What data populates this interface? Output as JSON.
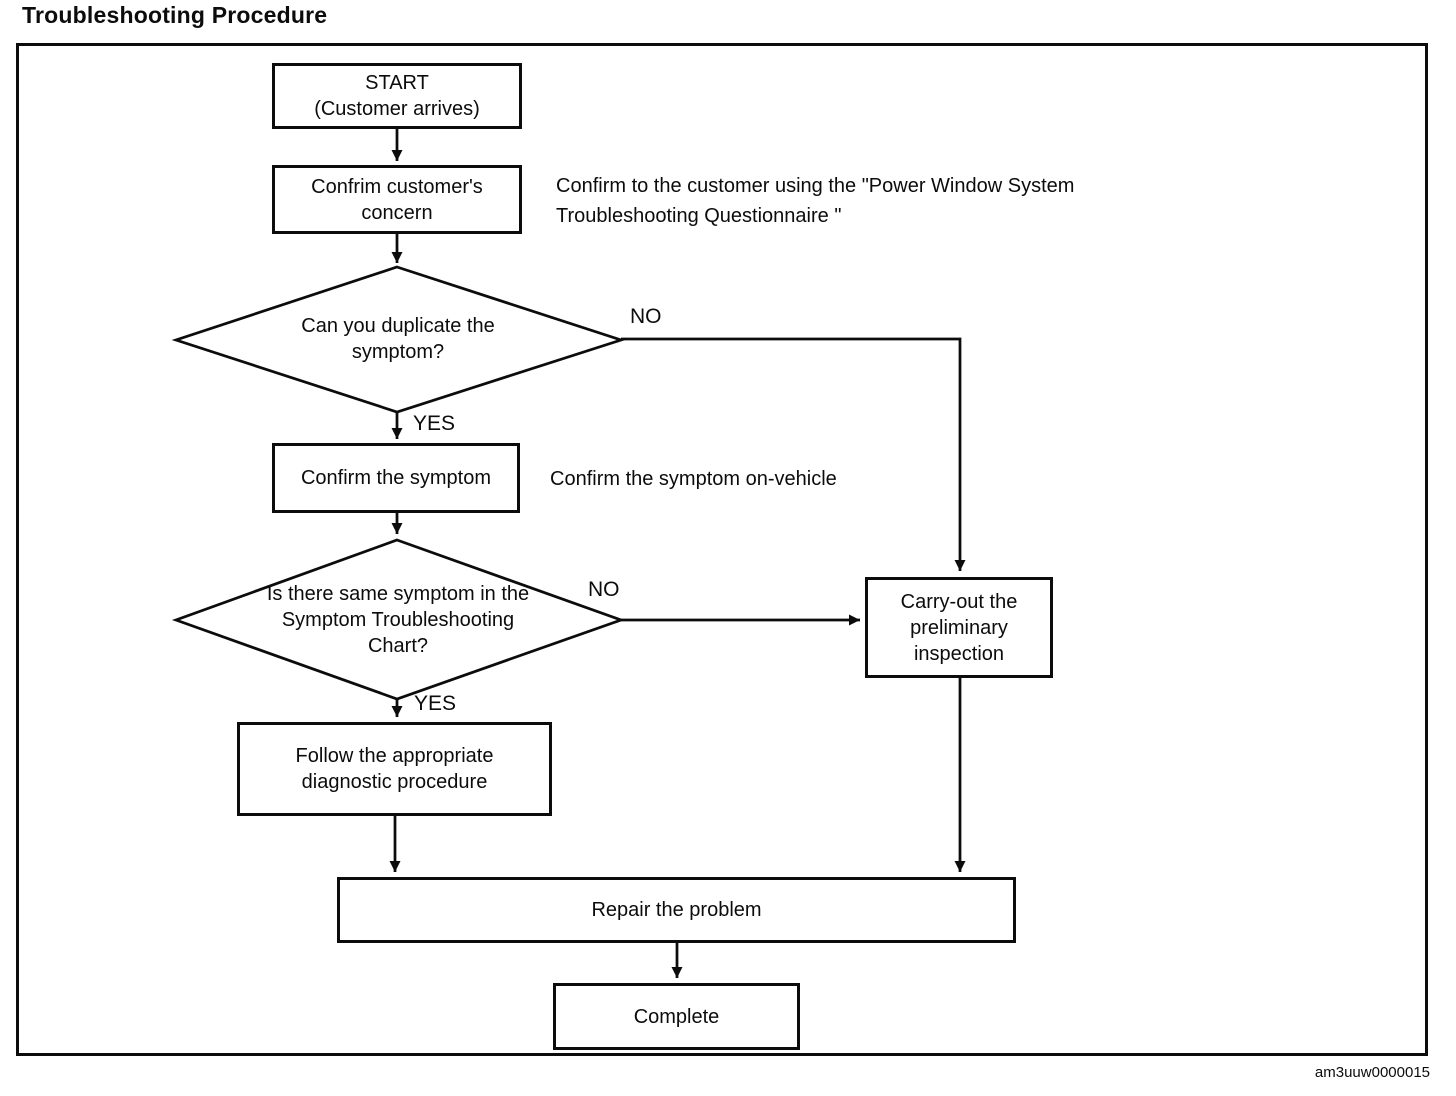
{
  "page": {
    "title": "Troubleshooting Procedure",
    "watermark": "am3uuw0000015",
    "ink_color": "#0c0c0c",
    "paper_color": "#ffffff"
  },
  "flowchart": {
    "nodes": {
      "start": {
        "title": "START",
        "subtitle": "(Customer arrives)"
      },
      "confirm_concern": {
        "label": "Confrim customer's concern"
      },
      "decision_duplicate": {
        "label": "Can you duplicate the symptom?"
      },
      "confirm_symptom": {
        "label": "Confirm the symptom"
      },
      "decision_chart": {
        "label": "Is there same symptom in the Symptom Troubleshooting Chart?"
      },
      "preliminary_inspection": {
        "label": "Carry-out the preliminary inspection"
      },
      "diagnostic_procedure": {
        "label": "Follow the appropriate diagnostic procedure"
      },
      "repair": {
        "label": "Repair the problem"
      },
      "complete": {
        "label": "Complete"
      }
    },
    "branch_labels": {
      "duplicate_no": "NO",
      "duplicate_yes": "YES",
      "chart_no": "NO",
      "chart_yes": "YES"
    },
    "annotations": {
      "questionnaire_line1": "Confirm to the customer using the \"Power Window System",
      "questionnaire_line2": "Troubleshooting Questionnaire \"",
      "on_vehicle": "Confirm the symptom on-vehicle"
    }
  }
}
